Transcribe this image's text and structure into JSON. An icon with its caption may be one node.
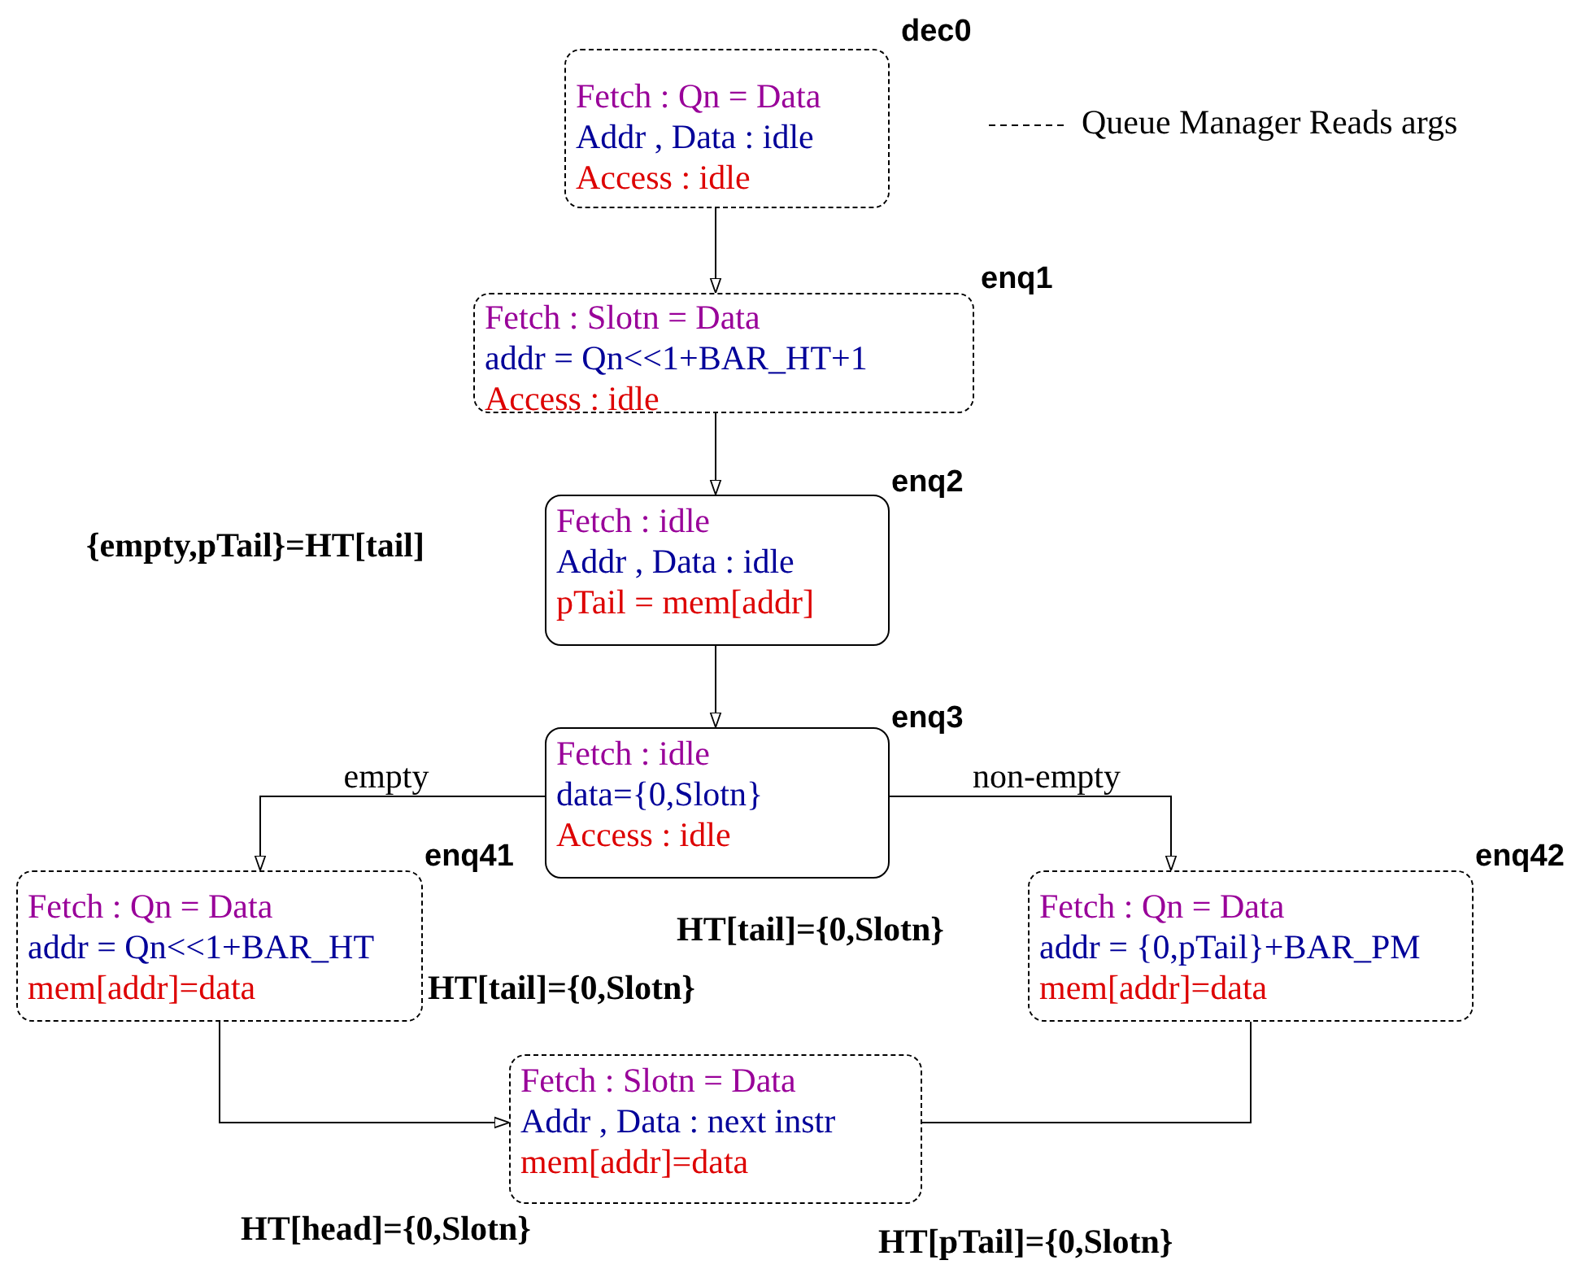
{
  "diagram": {
    "nodes": [
      {
        "text": [
          "Fetch : Qn = Data",
          "Addr , Data : idle",
          "Access : idle"
        ],
        "beside": [
          "dec0"
        ]
      },
      {
        "text": [
          "Fetch : Slotn = Data",
          "addr = Qn<<1+BAR_HT+1",
          "Access : idle"
        ],
        "beside": [
          "enq1"
        ]
      },
      {
        "text": [
          "Fetch : idle",
          "Addr , Data : idle",
          "pTail = mem[addr]"
        ],
        "beside": [
          "enq2",
          "{empty,pTail}=HT[tail]"
        ]
      },
      {
        "text": [
          "Fetch : idle",
          "data={0,Slotn}",
          "Access : idle"
        ],
        "beside": [
          "enq3",
          "HT[tail]={0,Slotn}"
        ]
      },
      {
        "text": [
          "Fetch : Qn = Data",
          "addr = Qn<<1+BAR_HT",
          "mem[addr]=data"
        ],
        "beside": [
          "enq41",
          "HT[tail]={0,Slotn}"
        ]
      },
      {
        "text": [
          "Fetch : Qn = Data",
          "addr = {0,pTail}+BAR_PM",
          "mem[addr]=data"
        ],
        "beside": [
          "enq42"
        ]
      },
      {
        "text": [
          "Fetch : Slotn = Data",
          "Addr , Data : next instr",
          "mem[addr]=data"
        ],
        "beside": [
          "HT[head]={0,Slotn}",
          "HT[pTail]={0,Slotn}"
        ]
      }
    ],
    "edges": [
      {
        "from": 0,
        "to": 1,
        "arrow": "to"
      },
      {
        "from": 1,
        "to": 2,
        "arrow": "to"
      },
      {
        "from": 2,
        "to": 3,
        "arrow": "to"
      },
      {
        "from": 3,
        "to": 4,
        "label": "empty",
        "arrow": "to"
      },
      {
        "from": 3,
        "to": 5,
        "label": "non-empty",
        "arrow": "to"
      },
      {
        "from": 4,
        "to": 6,
        "arrow": "to"
      },
      {
        "from": 5,
        "to": 6,
        "arrow": "none"
      }
    ],
    "legend": [
      {
        "text": "Queue Manager Reads args"
      }
    ]
  }
}
